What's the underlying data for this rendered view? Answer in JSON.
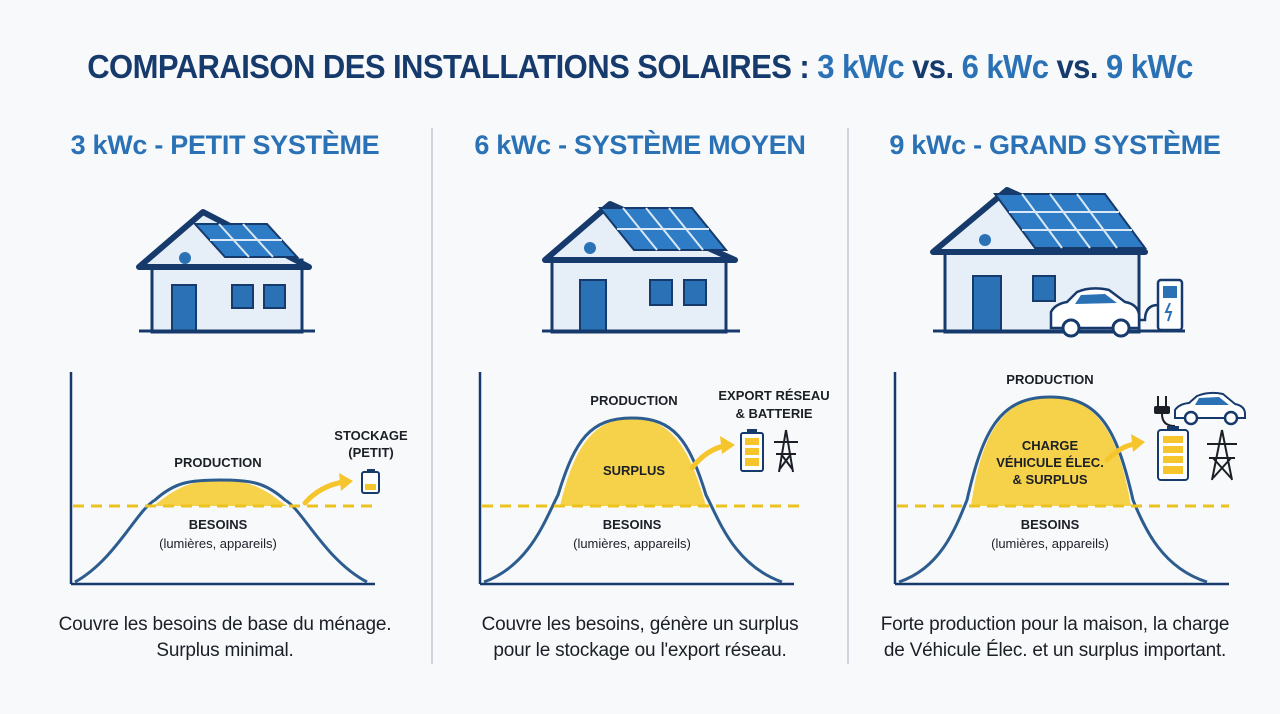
{
  "title": {
    "main": "COMPARAISON DES INSTALLATIONS SOLAIRES : ",
    "p1": "3 kWc",
    "vs1": " vs. ",
    "p2": "6 kWc",
    "vs2": " vs. ",
    "p3": "9 kWc"
  },
  "colors": {
    "navy": "#163a6c",
    "blue": "#2a72b5",
    "yellow": "#f6d24a",
    "dashed": "#ecc21f",
    "curve": "#2d5d8f"
  },
  "icons": [
    "house-icon",
    "solar-panel-icon",
    "electric-car-icon",
    "charging-station-icon",
    "battery-icon",
    "pylon-icon",
    "arrow-icon",
    "plug-icon"
  ],
  "panels": [
    {
      "title": "3 kWc - PETIT SYSTÈME",
      "production_label": "PRODUCTION",
      "besoins_label": "BESOINS",
      "besoins_sub": "(lumières, appareils)",
      "side_label_1": "STOCKAGE",
      "side_label_2": "(PETIT)",
      "caption_1": "Couvre les besoins de base du ménage.",
      "caption_2": "Surplus minimal."
    },
    {
      "title": "6 kWc - SYSTÈME MOYEN",
      "production_label": "PRODUCTION",
      "surplus_label": "SURPLUS",
      "besoins_label": "BESOINS",
      "besoins_sub": "(lumières, appareils)",
      "side_label_1": "EXPORT RÉSEAU",
      "side_label_2": "& BATTERIE",
      "caption_1": "Couvre les besoins, génère un surplus",
      "caption_2": "pour le stockage ou l'export réseau."
    },
    {
      "title": "9 kWc - GRAND SYSTÈME",
      "production_label": "PRODUCTION",
      "surplus_label_1": "CHARGE",
      "surplus_label_2": "VÉHICULE ÉLEC.",
      "surplus_label_3": "& SURPLUS",
      "besoins_label": "BESOINS",
      "besoins_sub": "(lumières, appareils)",
      "caption_1": "Forte production pour la maison, la charge",
      "caption_2": "de Véhicule Élec. et un surplus important."
    }
  ]
}
